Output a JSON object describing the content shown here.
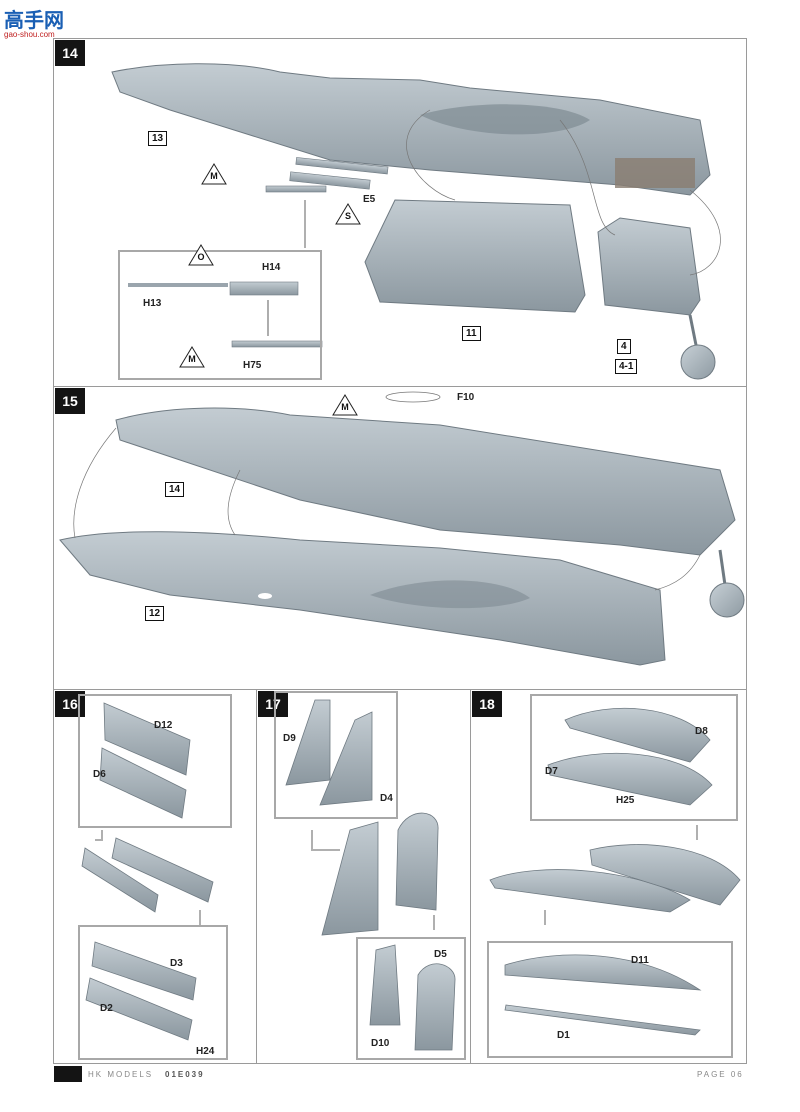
{
  "site_logo": {
    "text": "高手网",
    "sub": "gao-shou.com"
  },
  "steps": [
    {
      "num": "14"
    },
    {
      "num": "15"
    },
    {
      "num": "16"
    },
    {
      "num": "17"
    },
    {
      "num": "18"
    }
  ],
  "labels": {
    "s14": {
      "p13": "13",
      "e5": "E5",
      "h14": "H14",
      "h13": "H13",
      "h75": "H75",
      "p11": "11",
      "p4": "4",
      "p41": "4-1",
      "sym_m1": "M",
      "sym_s": "S",
      "sym_o": "O",
      "sym_m2": "M"
    },
    "s15": {
      "p14": "14",
      "p12": "12",
      "f10": "F10",
      "sym_m": "M"
    },
    "s16": {
      "d12": "D12",
      "d6": "D6",
      "d3": "D3",
      "d2": "D2",
      "h24": "H24"
    },
    "s17": {
      "d9": "D9",
      "d4": "D4",
      "d5": "D5",
      "d10": "D10"
    },
    "s18": {
      "d8": "D8",
      "d7": "D7",
      "h25": "H25",
      "d11": "D11",
      "d1": "D1"
    }
  },
  "footer": {
    "brand": "HK MODELS",
    "code": "01E039",
    "page": "PAGE 06"
  },
  "colors": {
    "part": "#a4b0b8",
    "part_dark": "#7f8b93",
    "frame": "#9a9a9a",
    "step_bg": "#141414"
  }
}
